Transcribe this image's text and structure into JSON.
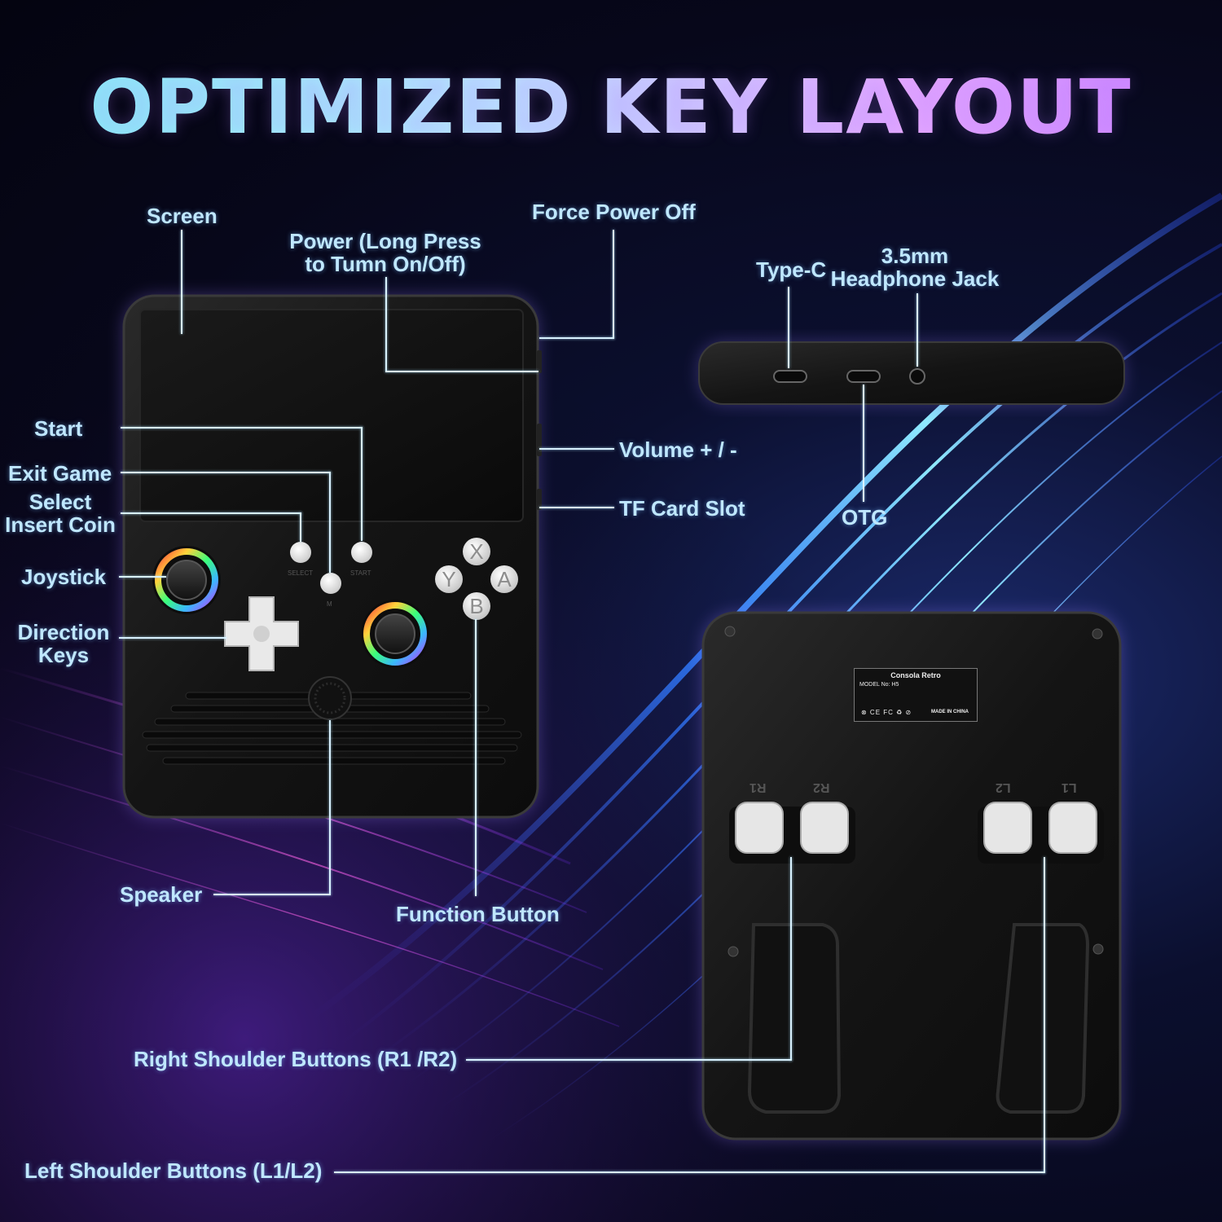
{
  "title": "OPTIMIZED KEY LAYOUT",
  "labels": {
    "screen": "Screen",
    "power": "Power (Long Press\nto Tumn On/Off)",
    "force_power_off": "Force Power Off",
    "type_c": "Type-C",
    "headphone": "3.5mm\nHeadphone Jack",
    "start": "Start",
    "exit_game": "Exit Game",
    "select_insert_coin": "Select\nInsert Coin",
    "joystick": "Joystick",
    "direction_keys": "Direction\nKeys",
    "volume": "Volume + / -",
    "tf_card_slot": "TF Card Slot",
    "otg": "OTG",
    "speaker": "Speaker",
    "function_button": "Function Button",
    "right_shoulder": "Right Shoulder Buttons (R1 /R2)",
    "left_shoulder": "Left Shoulder Buttons (L1/L2)"
  },
  "device": {
    "face_buttons": [
      "X",
      "Y",
      "A",
      "B"
    ],
    "small_button_labels": {
      "select": "SELECT",
      "start": "START",
      "menu": "M"
    },
    "shoulder_labels": [
      "R1",
      "R2",
      "L2",
      "L1"
    ],
    "sticker": {
      "brand": "Consola Retro",
      "model": "MODEL No: H5",
      "made_in": "MADE IN CHINA",
      "marks": "⊗ CE FC ♻ ⊘"
    }
  },
  "colors": {
    "label_text": "#bfe7ff",
    "leader_line": "#d9f2ff",
    "title_gradient_start": "#7ff3f5",
    "title_gradient_end": "#c77dff",
    "device_body": "#141414",
    "device_glow": "#9b7dff"
  }
}
